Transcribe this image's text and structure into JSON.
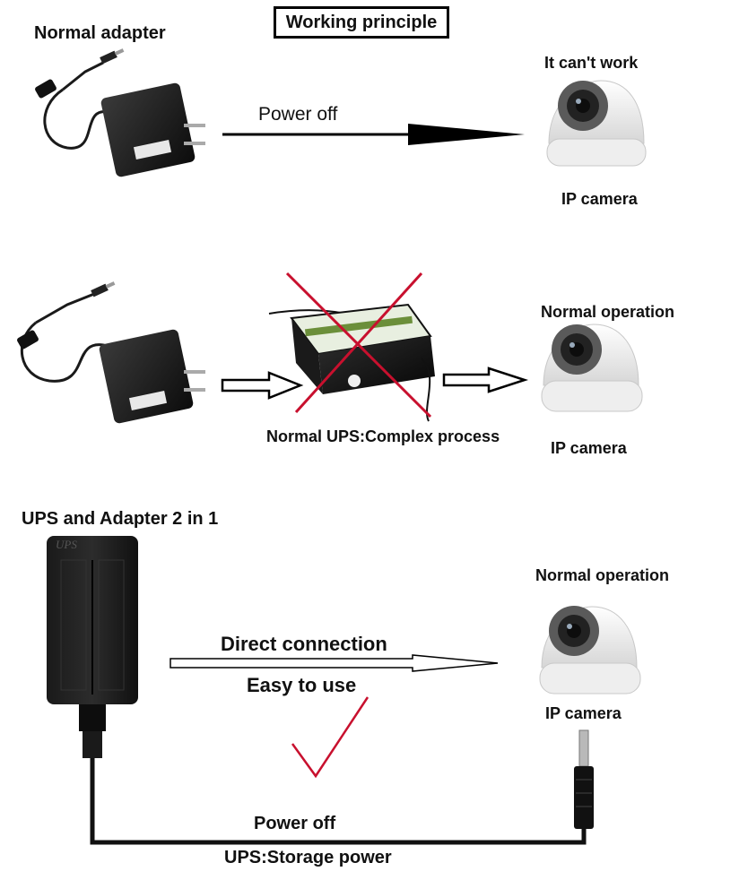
{
  "header": {
    "title": "Working principle"
  },
  "row1": {
    "adapter_label": "Normal adapter",
    "arrow_label": "Power off",
    "status_label": "It can't work",
    "camera_label": "IP camera"
  },
  "row2": {
    "status_label": "Normal operation",
    "ups_caption": "Normal UPS:Complex process",
    "camera_label": "IP camera"
  },
  "row3": {
    "device_label": "UPS and Adapter 2 in 1",
    "device_logo": "UPS",
    "arrow_label_top": "Direct connection",
    "arrow_label_bottom": "Easy to use",
    "status_label": "Normal operation",
    "camera_label": "IP camera",
    "cable_label_top": "Power off",
    "cable_label_bottom": "UPS:Storage power"
  },
  "colors": {
    "cross": "#c8102e",
    "check": "#c8102e",
    "arrow": "#000000"
  }
}
